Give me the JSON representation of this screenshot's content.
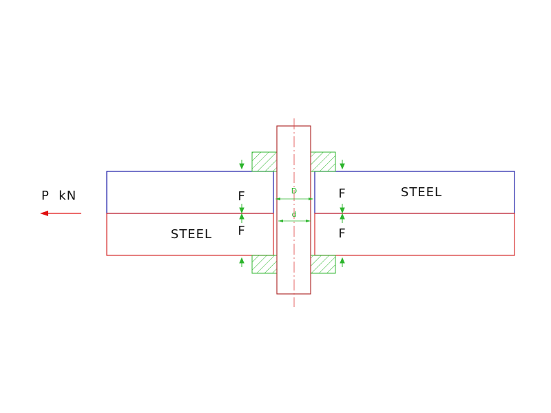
{
  "load_label": "P  kN",
  "plates": {
    "left_material": "STEEL",
    "right_material": "STEEL"
  },
  "force_labels": {
    "left_upper": "F",
    "left_lower": "F",
    "right_upper": "F",
    "right_lower": "F"
  },
  "dimensions": {
    "outer_diameter": "D",
    "inner_diameter": "d"
  },
  "colors": {
    "upper_plate": "#1a1aa6",
    "lower_plate": "#d42a2a",
    "bolt": "#b03030",
    "centerline": "#e04040",
    "washer": "#2db52d",
    "force_arrow": "#2db52d",
    "dimension": "#2db52d",
    "load_arrow": "#e01010",
    "text": "#111111"
  }
}
